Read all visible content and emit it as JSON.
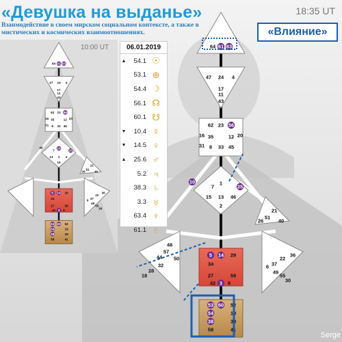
{
  "header": {
    "title": "«Девушка на выданье»",
    "subtitle": "Взаимодействие в своем мирском социальном контексте, а также в мистических и космических взаимоотношениях.",
    "time_main": "18:35 UT",
    "time_small": "10:00 UT",
    "influence_label": "«Влияние»",
    "watermark": "Serge"
  },
  "planets": {
    "date": "06.01.2019",
    "rows": [
      {
        "arrow": "▲",
        "gate": "54.1",
        "symbol": "☉",
        "name": "sun-icon"
      },
      {
        "arrow": "",
        "gate": "53.1",
        "symbol": "⊕",
        "name": "earth-icon"
      },
      {
        "arrow": "",
        "gate": "54.4",
        "symbol": "☽",
        "name": "moon-icon"
      },
      {
        "arrow": "",
        "gate": "56.1",
        "symbol": "☊",
        "name": "north-node-icon"
      },
      {
        "arrow": "",
        "gate": "60.1",
        "symbol": "☋",
        "name": "south-node-icon"
      },
      {
        "arrow": "▼",
        "gate": "10.4",
        "symbol": "☿",
        "name": "mercury-icon"
      },
      {
        "arrow": "▼",
        "gate": "14.5",
        "symbol": "♀",
        "name": "venus-icon"
      },
      {
        "arrow": "▲",
        "gate": "25.6",
        "symbol": "♂",
        "name": "mars-icon"
      },
      {
        "arrow": "",
        "gate": "5.2",
        "symbol": "♃",
        "name": "jupiter-icon"
      },
      {
        "arrow": "",
        "gate": "38.3",
        "symbol": "♄",
        "name": "saturn-icon"
      },
      {
        "arrow": "",
        "gate": "3.3",
        "symbol": "♅",
        "name": "uranus-icon"
      },
      {
        "arrow": "",
        "gate": "63.4",
        "symbol": "♆",
        "name": "neptune-icon"
      },
      {
        "arrow": "",
        "gate": "61.1",
        "symbol": "♇",
        "name": "pluto-icon"
      }
    ]
  },
  "big_chart": {
    "head": [
      "64",
      "61",
      "63"
    ],
    "ajna": [
      "47",
      "24",
      "4",
      "17",
      "11",
      "43"
    ],
    "throat": [
      "62",
      "23",
      "56",
      "16",
      "35",
      "12",
      "20",
      "31",
      "8",
      "33",
      "45"
    ],
    "g": [
      "1",
      "13",
      "7",
      "15",
      "2",
      "46",
      "10",
      "25"
    ],
    "ego": [
      "21",
      "51",
      "26",
      "40"
    ],
    "spleen": [
      "48",
      "57",
      "44",
      "32",
      "28",
      "18",
      "50"
    ],
    "sacral": [
      "5",
      "14",
      "29",
      "34",
      "27",
      "59",
      "42",
      "3",
      "9"
    ],
    "root": [
      "53",
      "60",
      "52",
      "54",
      "19",
      "38",
      "39",
      "58",
      "41"
    ],
    "solar": [
      "36",
      "22",
      "37",
      "6",
      "49",
      "55",
      "30"
    ]
  },
  "small_chart": {
    "head": [
      "64",
      "61",
      "63"
    ],
    "ajna": [
      "47",
      "24",
      "4",
      "17",
      "11",
      "43"
    ],
    "throat": [
      "62",
      "23",
      "56",
      "16",
      "35",
      "12",
      "20",
      "31",
      "8",
      "33",
      "45"
    ],
    "g": [
      "10",
      "1",
      "7",
      "13",
      "15",
      "2",
      "46",
      "25"
    ],
    "ego": [
      "21",
      "51",
      "26",
      "40"
    ],
    "solar": [
      "36",
      "22",
      "37",
      "6",
      "49",
      "55",
      "30"
    ],
    "sacral": [
      "5",
      "14",
      "29",
      "34",
      "27",
      "59",
      "42",
      "3",
      "9"
    ],
    "root": [
      "53",
      "60",
      "52",
      "54",
      "19",
      "38",
      "39",
      "58",
      "41"
    ]
  },
  "colors": {
    "title": "#1f9bd6",
    "subtitle": "#2a7ab8",
    "influence": "#1b5eb0",
    "activated_gate": "#6a2c8c",
    "sacral": "#e0574e",
    "root": "#c69a5b",
    "highlight": "#1b5eb0"
  }
}
